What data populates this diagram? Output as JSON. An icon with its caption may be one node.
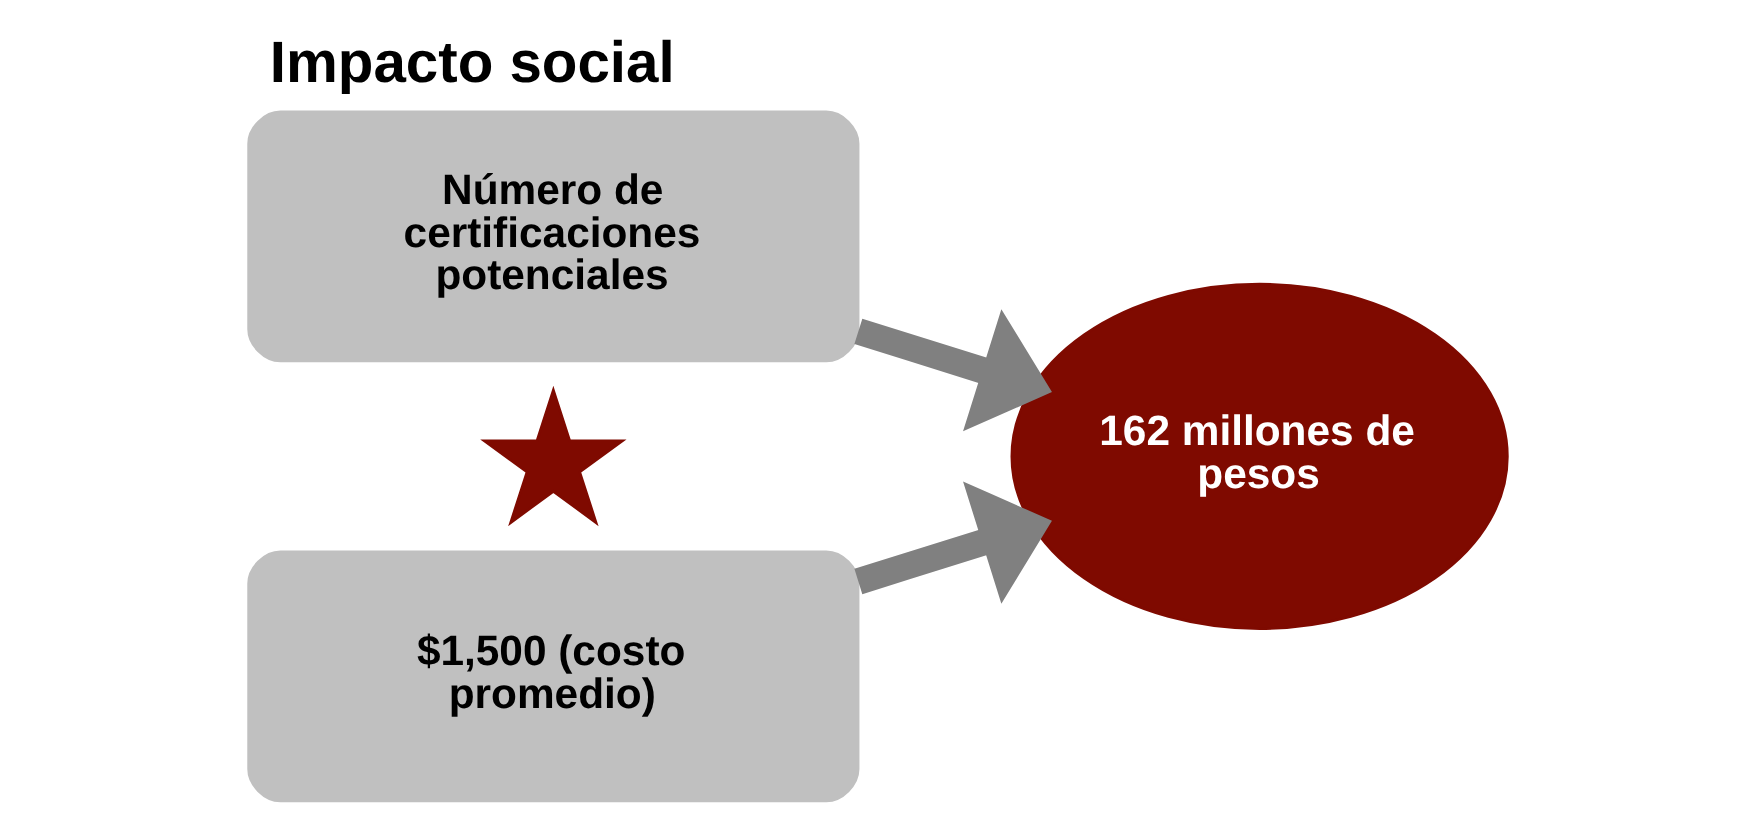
{
  "diagram": {
    "title": "Impacto social",
    "nodes": [
      {
        "text": [
          "Número de certificaciones potenciales"
        ]
      },
      {
        "text": [],
        "shape": "cross"
      },
      {
        "text": [
          "$1,500 (costo promedio)"
        ]
      },
      {
        "text": [
          "162 millones de pesos"
        ]
      }
    ],
    "edges": [
      {
        "from": 0,
        "to": 3,
        "arrow": "to"
      },
      {
        "from": 2,
        "to": 3,
        "arrow": "to"
      }
    ]
  }
}
